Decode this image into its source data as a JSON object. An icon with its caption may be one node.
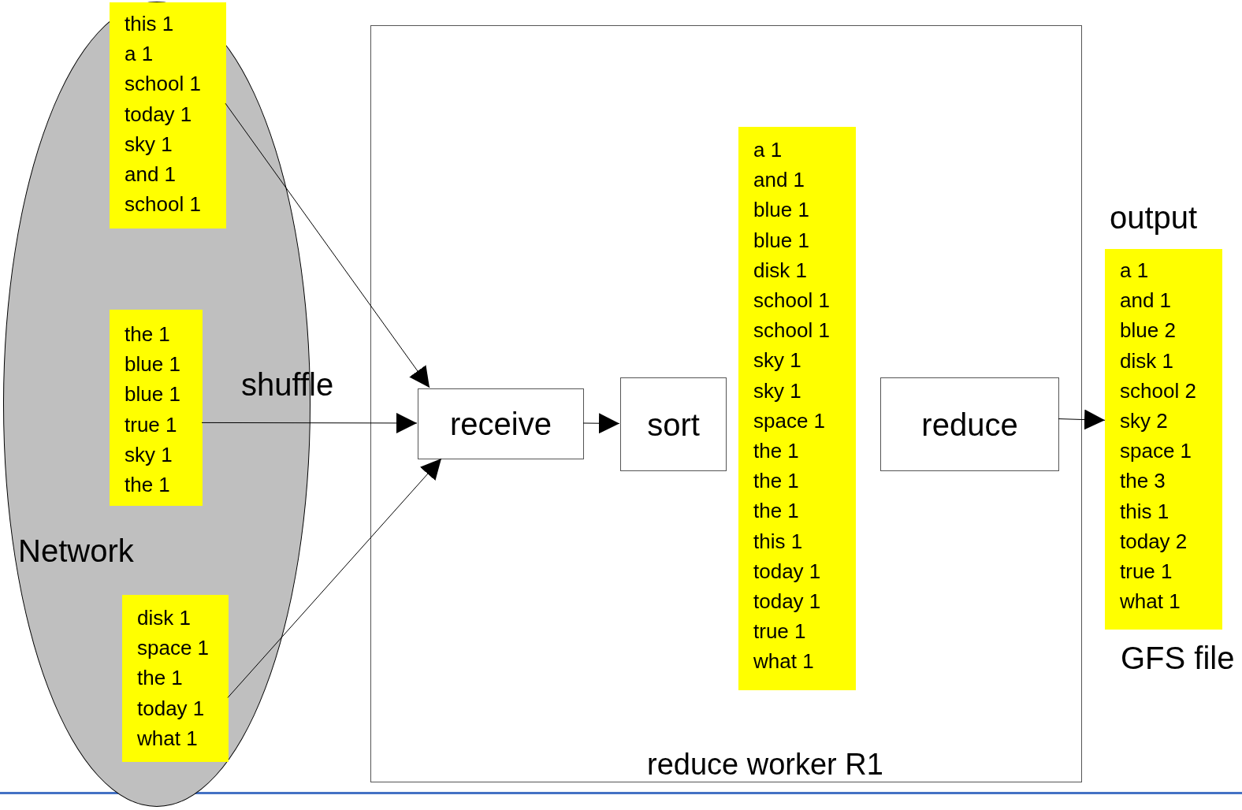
{
  "diagram": {
    "nodes": [
      {
        "text": [
          "Network"
        ]
      },
      {
        "text": [
          "this 1",
          "a 1",
          "school 1",
          "today 1",
          "sky 1",
          "and 1",
          "school 1"
        ],
        "in": 0
      },
      {
        "text": [
          "the 1",
          "blue 1",
          "blue 1",
          "true 1",
          "sky 1",
          "the 1"
        ],
        "in": 0
      },
      {
        "text": [
          "disk 1",
          "space 1",
          "the 1",
          "today 1",
          "what 1"
        ],
        "in": 0
      },
      {
        "text": [
          "reduce worker R1"
        ]
      },
      {
        "text": [
          "receive"
        ],
        "in": 4
      },
      {
        "text": [
          "sort"
        ],
        "in": 4
      },
      {
        "text": [
          "a 1",
          "and 1",
          "blue 1",
          "blue 1",
          "disk 1",
          "school 1",
          "school 1",
          "sky 1",
          "sky 1",
          "space 1",
          "the 1",
          "the 1",
          "the 1",
          "this 1",
          "today 1",
          "today 1",
          "true 1",
          "what 1"
        ],
        "in": 4
      },
      {
        "text": [
          "reduce"
        ],
        "in": 4
      },
      {
        "text": [
          "a 1",
          "and 1",
          "blue 2",
          "disk 1",
          "school 2",
          "sky 2",
          "space 1",
          "the 3",
          "this 1",
          "today 2",
          "true 1",
          "what 1"
        ],
        "beside": [
          "output",
          "GFS file"
        ]
      }
    ],
    "edges": [
      {
        "from": 1,
        "to": 5,
        "arrow": "to"
      },
      {
        "from": 2,
        "to": 5,
        "arrow": "to",
        "label": "shuffle"
      },
      {
        "from": 3,
        "to": 5,
        "arrow": "to"
      },
      {
        "from": 5,
        "to": 6,
        "arrow": "to"
      },
      {
        "from": 8,
        "to": 9,
        "arrow": "to"
      }
    ]
  }
}
